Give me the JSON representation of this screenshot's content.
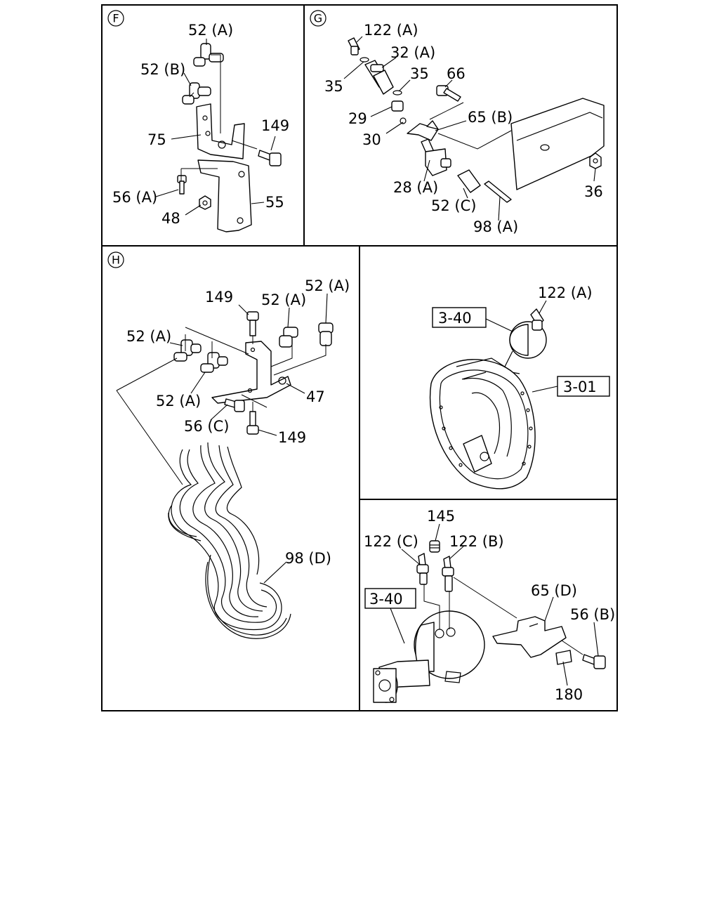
{
  "panels": {
    "F": {
      "marker": "F",
      "labels": [
        "52 (A)",
        "52 (B)",
        "149",
        "75",
        "56 (A)",
        "55",
        "48"
      ]
    },
    "G": {
      "marker": "G",
      "labels": [
        "122 (A)",
        "32 (A)",
        "35",
        "35",
        "66",
        "29",
        "65 (B)",
        "30",
        "28 (A)",
        "36",
        "52 (C)",
        "98 (A)"
      ]
    },
    "H": {
      "marker": "H",
      "labels": [
        "149",
        "52 (A)",
        "52 (A)",
        "52 (A)",
        "52 (A)",
        "47",
        "56 (C)",
        "149",
        "98 (D)"
      ]
    },
    "brake_drum": {
      "labels": [
        "122 (A)",
        "3-40",
        "3-01"
      ]
    },
    "chamber": {
      "labels": [
        "145",
        "122 (C)",
        "122 (B)",
        "3-40",
        "65 (D)",
        "56 (B)",
        "180"
      ]
    }
  },
  "colors": {
    "ink": "#000000",
    "paper": "#ffffff"
  }
}
